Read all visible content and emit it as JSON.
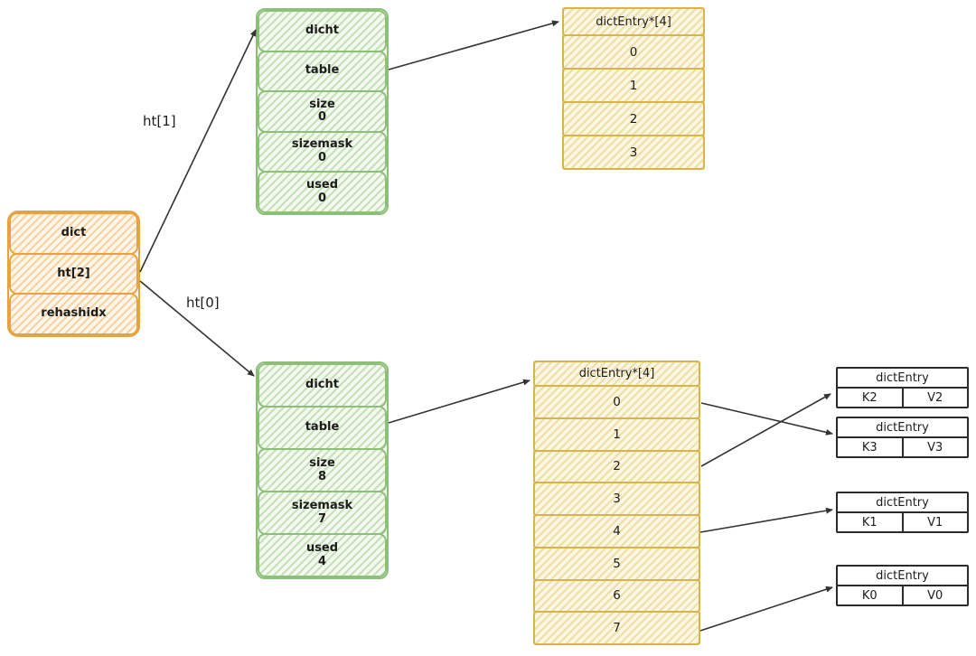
{
  "colors": {
    "orange": "#E8A33D",
    "green": "#8CBF78",
    "yellow": "#D9B44A",
    "ink": "#2b2b2b"
  },
  "dict_struct": {
    "fields": [
      "dict",
      "ht[2]",
      "rehashidx"
    ]
  },
  "pointer_labels": {
    "ht1": "ht[1]",
    "ht0": "ht[0]"
  },
  "ht1_struct": {
    "fields": [
      {
        "name": "dicht",
        "value": ""
      },
      {
        "name": "table",
        "value": ""
      },
      {
        "name": "size",
        "value": "0"
      },
      {
        "name": "sizemask",
        "value": "0"
      },
      {
        "name": "used",
        "value": "0"
      }
    ]
  },
  "ht0_struct": {
    "fields": [
      {
        "name": "dicht",
        "value": ""
      },
      {
        "name": "table",
        "value": ""
      },
      {
        "name": "size",
        "value": "8"
      },
      {
        "name": "sizemask",
        "value": "7"
      },
      {
        "name": "used",
        "value": "4"
      }
    ]
  },
  "ht1_buckets": {
    "header": "dictEntry*[4]",
    "slots": [
      "0",
      "1",
      "2",
      "3"
    ]
  },
  "ht0_buckets": {
    "header": "dictEntry*[4]",
    "slots": [
      "0",
      "1",
      "2",
      "3",
      "4",
      "5",
      "6",
      "7"
    ]
  },
  "entries": [
    {
      "title": "dictEntry",
      "key": "K2",
      "value": "V2"
    },
    {
      "title": "dictEntry",
      "key": "K3",
      "value": "V3"
    },
    {
      "title": "dictEntry",
      "key": "K1",
      "value": "V1"
    },
    {
      "title": "dictEntry",
      "key": "K0",
      "value": "V0"
    }
  ]
}
